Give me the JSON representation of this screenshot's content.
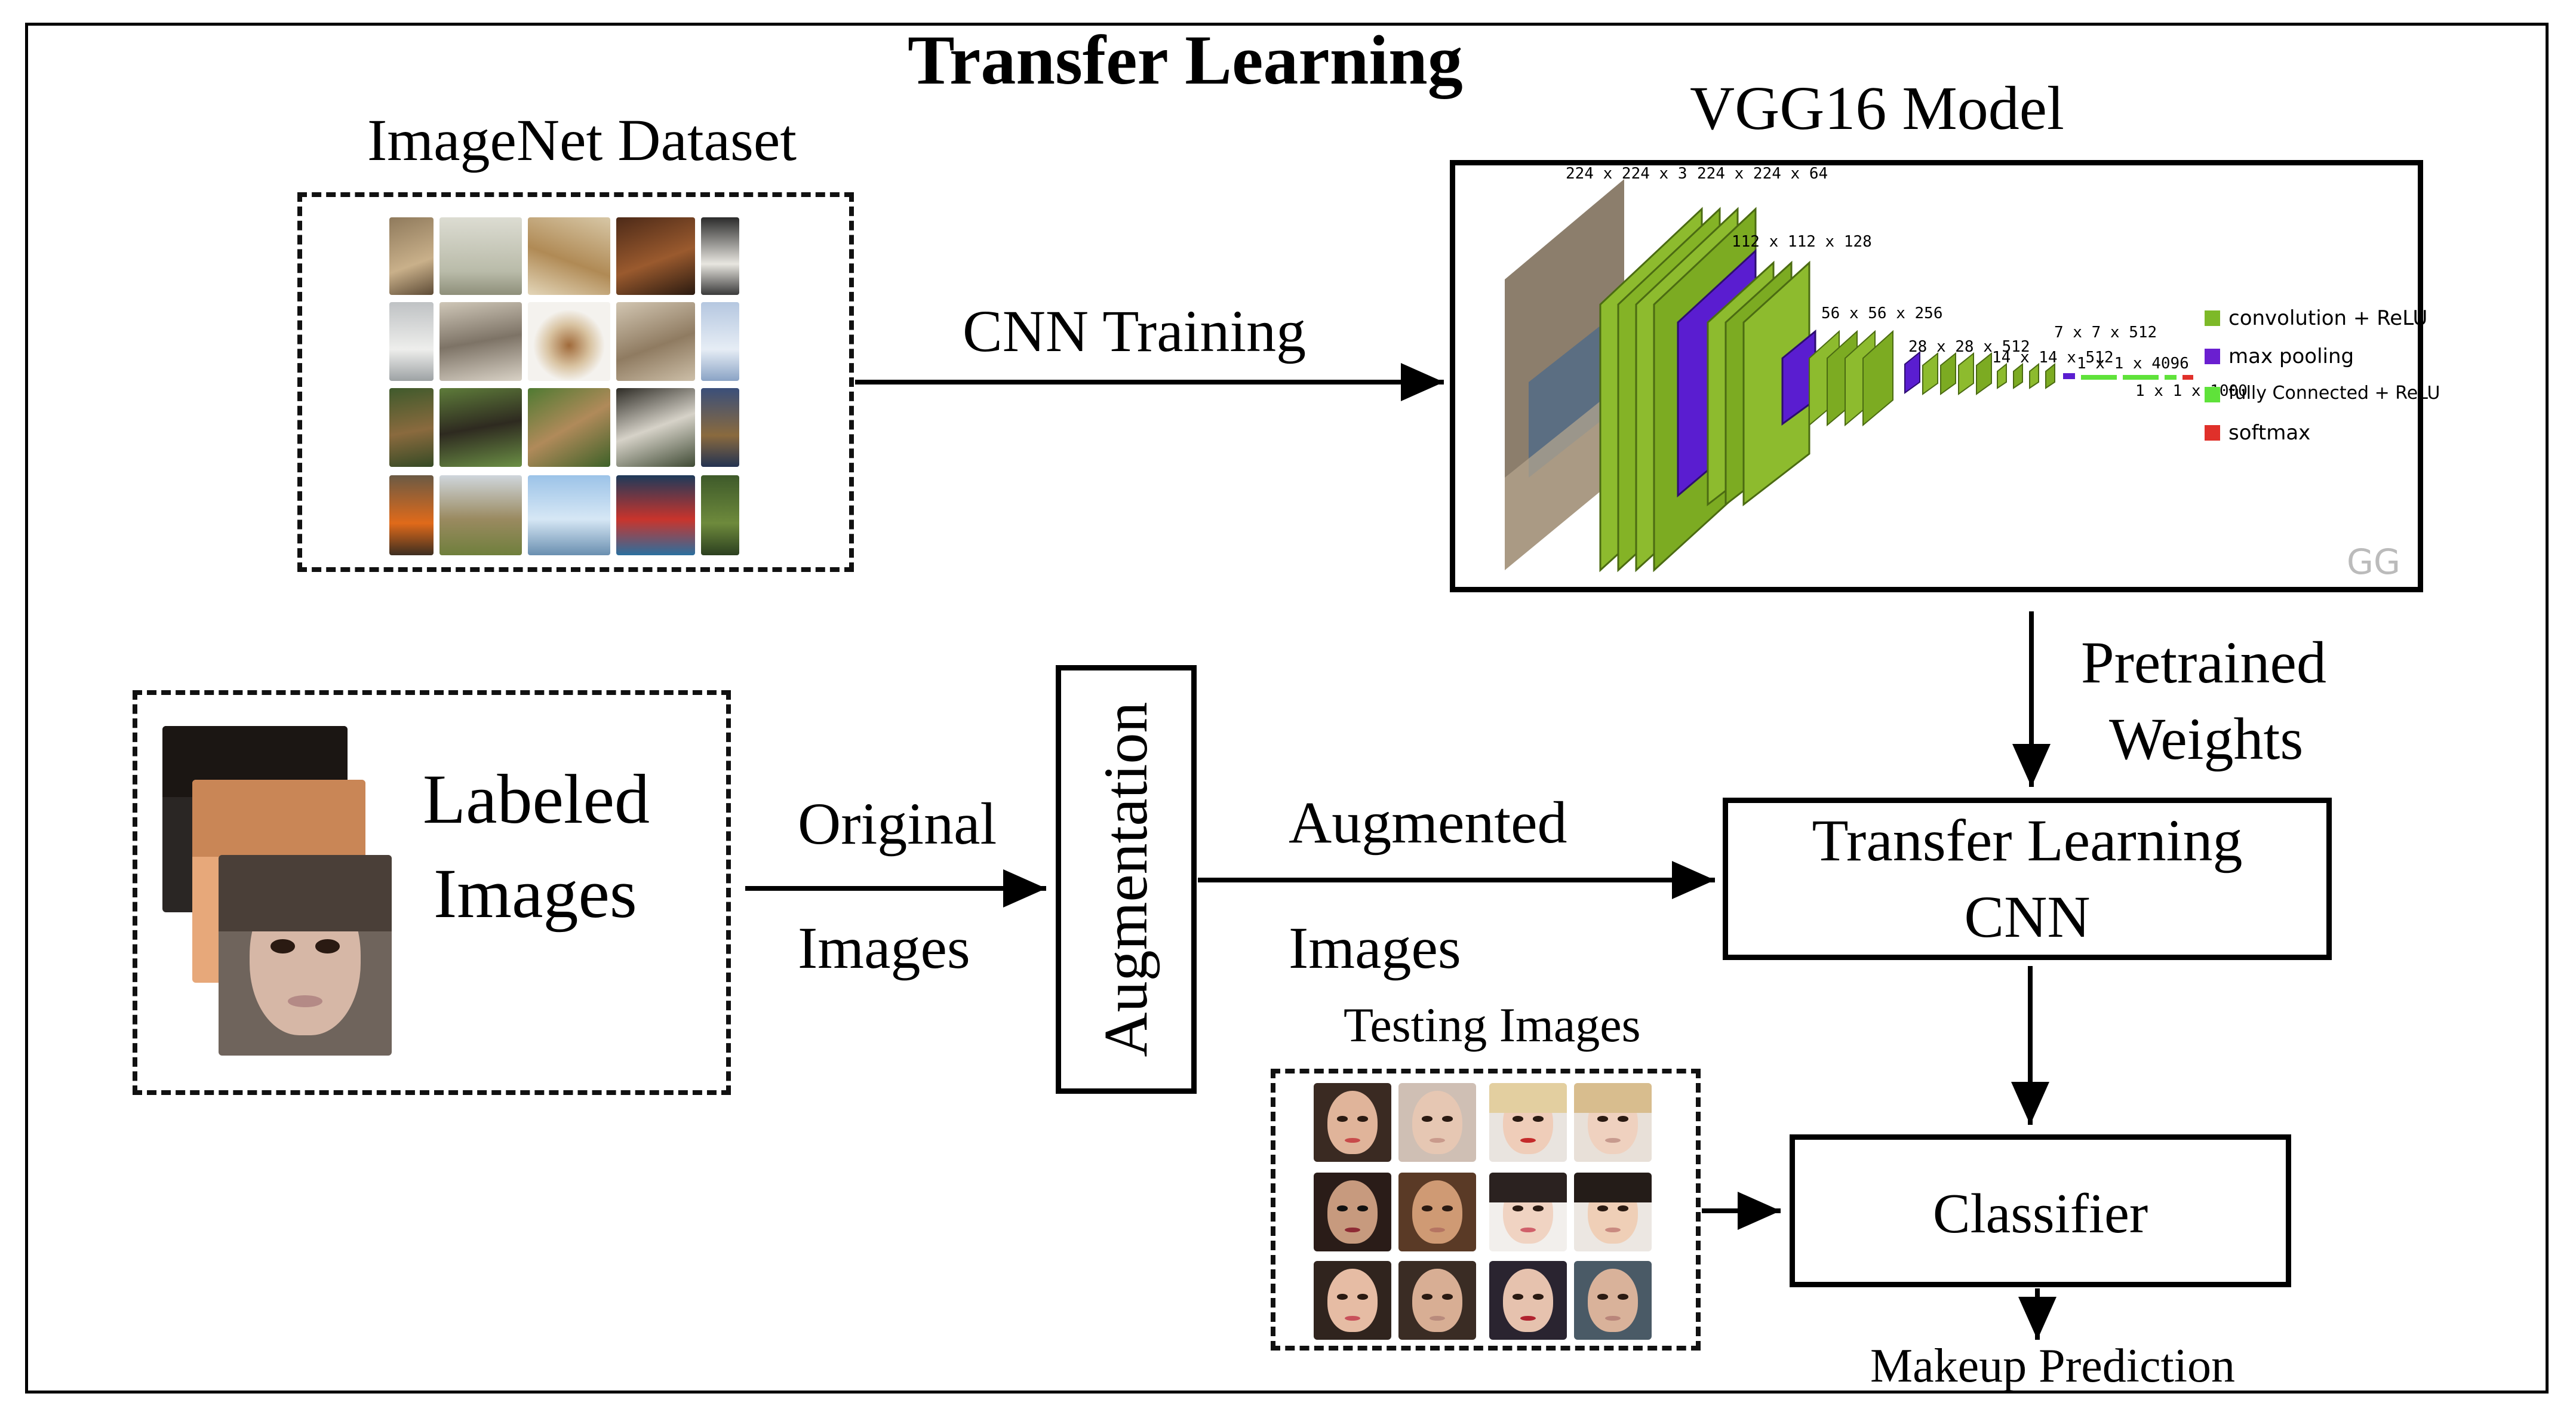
{
  "title": "Transfer Learning",
  "imagenet": {
    "label": "ImageNet Dataset"
  },
  "edges": {
    "cnn_training": "CNN Training",
    "original_images_1": "Original",
    "original_images_2": "Images",
    "augmented_images_1": "Augmented",
    "augmented_images_2": "Images",
    "pretrained_weights_1": "Pretrained",
    "pretrained_weights_2": "Weights"
  },
  "vgg": {
    "title": "VGG16 Model",
    "dims": [
      "224 x 224 x 3",
      "224 x 224 x 64",
      "112 x 112 x 128",
      "56 x 56 x 256",
      "28 x 28 x 512",
      "14 x 14 x 512",
      "7 x 7 x 512",
      "1 x 1 x 4096",
      "1 x 1 x 1000"
    ],
    "legend": [
      {
        "label": "convolution + ReLU",
        "color": "#7db928"
      },
      {
        "label": "max pooling",
        "color": "#6a1fd0"
      },
      {
        "label": "fully Connected + ReLU",
        "color": "#5fe23a"
      },
      {
        "label": "softmax",
        "color": "#e0302a"
      }
    ],
    "watermark": "GG"
  },
  "labeled": {
    "line1": "Labeled",
    "line2": "Images"
  },
  "augmentation": {
    "label": "Augmentation"
  },
  "transfer_cnn": {
    "line1": "Transfer Learning",
    "line2": "CNN"
  },
  "testing": {
    "label": "Testing Images"
  },
  "classifier": {
    "label": "Classifier"
  },
  "output": {
    "label": "Makeup Prediction"
  }
}
